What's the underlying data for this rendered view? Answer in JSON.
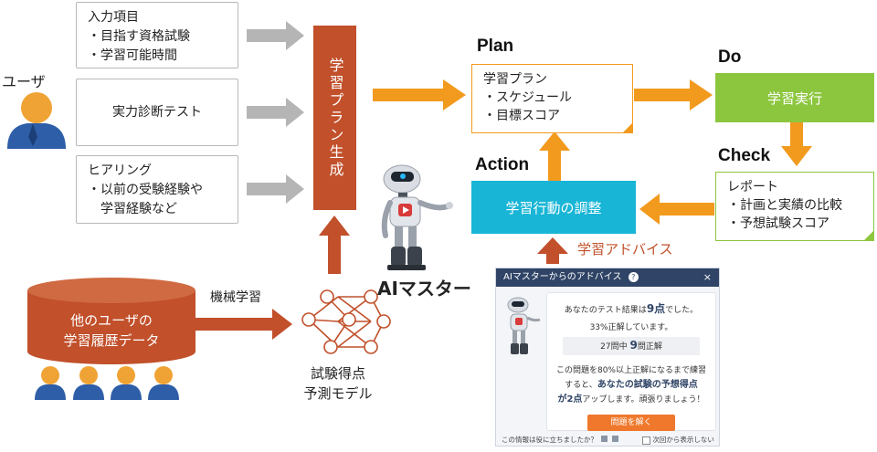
{
  "user": {
    "label": "ユーザ"
  },
  "inputs": [
    {
      "title": "入力項目",
      "bullets": [
        "・目指す資格試験",
        "・学習可能時間"
      ]
    },
    {
      "title": "実力診断テスト",
      "bullets": []
    },
    {
      "title": "ヒアリング",
      "bullets": [
        "・以前の受験経験や",
        "　学習経験など"
      ]
    }
  ],
  "generator": {
    "label": "学習プラン生成"
  },
  "database": {
    "line1": "他のユーザの",
    "line2": "学習履歴データ"
  },
  "ml": {
    "label": "機械学習"
  },
  "model": {
    "line1": "試験得点",
    "line2": "予測モデル"
  },
  "robot": {
    "label": "AIマスター"
  },
  "cycle": {
    "plan": {
      "phase": "Plan",
      "title": "学習プラン",
      "bullets": [
        "・スケジュール",
        "・目標スコア"
      ]
    },
    "do": {
      "phase": "Do",
      "label": "学習実行"
    },
    "check": {
      "phase": "Check",
      "title": "レポート",
      "bullets": [
        "・計画と実績の比較",
        "・予想試験スコア"
      ]
    },
    "action": {
      "phase": "Action",
      "label": "学習行動の調整"
    }
  },
  "advice_arrow": {
    "label": "学習アドバイス"
  },
  "advice_panel": {
    "header": "AIマスターからのアドバイス",
    "help": "?",
    "close": "×",
    "msg1_pre": "あなたのテスト結果は",
    "msg1_score": "9点",
    "msg1_post": "でした。",
    "msg2": "33%正解しています。",
    "stat_pre": "27問中",
    "stat_num": "9",
    "stat_post": "問正解",
    "advice1": "この問題を80%以上正解になるまで練習",
    "advice2_pre": "すると、",
    "advice2_bold": "あなたの試験の予想得点",
    "advice3_bold": "が2点",
    "advice3_post": "アップします。頑張りましょう！",
    "button": "問題を解く",
    "footer_q": "この情報は役に立ちましたか？",
    "footer_opt": "次回から表示しない"
  },
  "colors": {
    "orange": "#f29a1e",
    "brown": "#c1502b",
    "green": "#8cc63e",
    "teal": "#18b5d6",
    "gray_arrow": "#b5b5b5",
    "navy": "#2f4466"
  }
}
